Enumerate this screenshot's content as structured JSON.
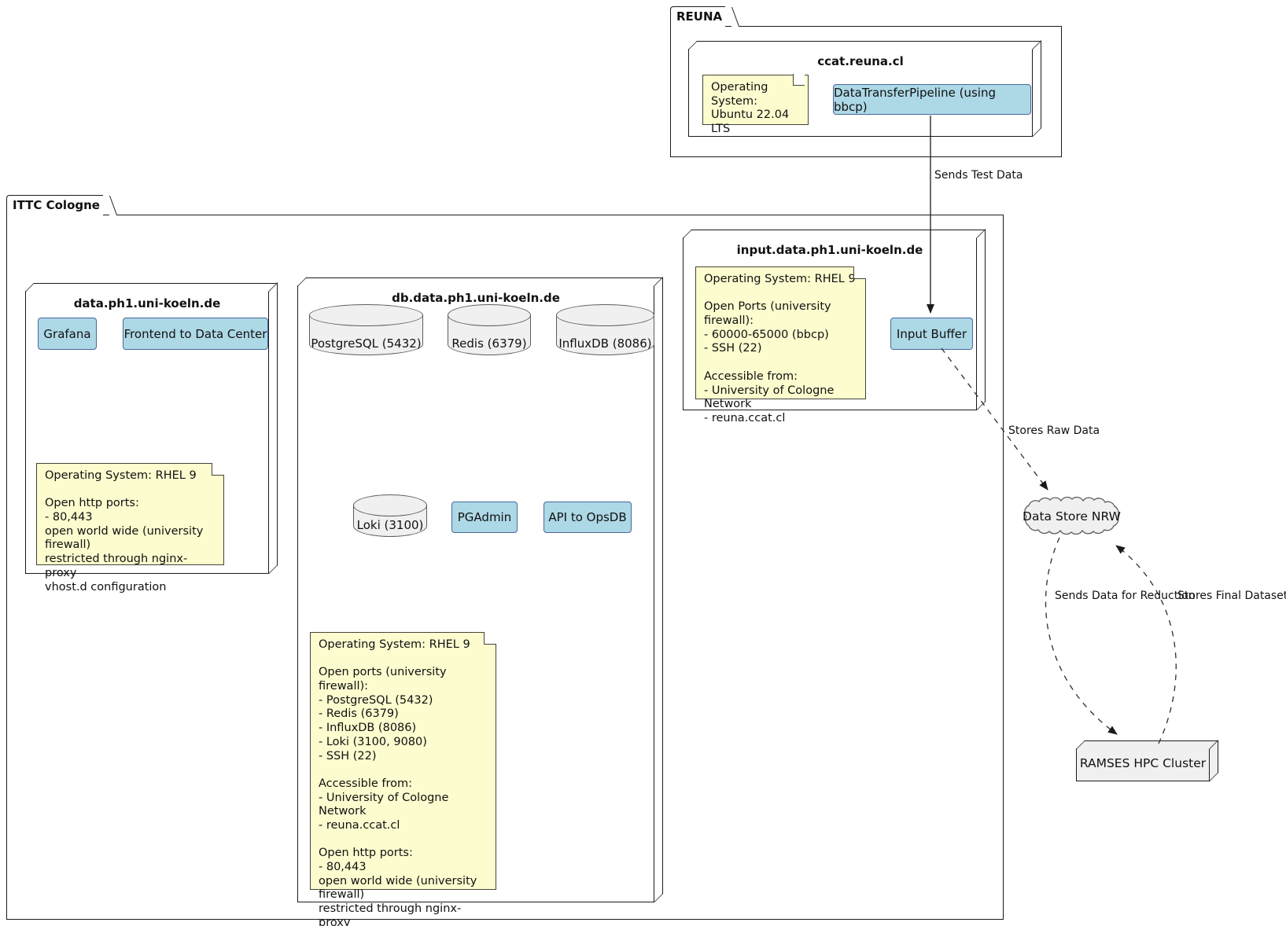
{
  "diagram": {
    "packages": {
      "reuna": {
        "label": "REUNA"
      },
      "ittc": {
        "label": "ITTC Cologne"
      }
    },
    "nodes": {
      "ccat": {
        "title": "ccat.reuna.cl",
        "note": "Operating System:\nUbuntu 22.04 LTS",
        "component": "DataTransferPipeline (using bbcp)"
      },
      "data": {
        "title": "data.ph1.uni-koeln.de",
        "components": [
          "Grafana",
          "Frontend to Data Center"
        ],
        "note": "Operating System: RHEL 9\n\nOpen http ports:\n- 80,443\nopen world wide (university firewall)\nrestricted through nginx-proxy\nvhost.d configuration"
      },
      "db": {
        "title": "db.data.ph1.uni-koeln.de",
        "databases": [
          "PostgreSQL (5432)",
          "Redis (6379)",
          "InfluxDB (8086)",
          "Loki (3100)"
        ],
        "components": [
          "PGAdmin",
          "API to OpsDB"
        ],
        "note": "Operating System: RHEL 9\n\nOpen ports (university firewall):\n- PostgreSQL (5432)\n- Redis (6379)\n- InfluxDB (8086)\n- Loki (3100, 9080)\n- SSH (22)\n\nAccessible from:\n- University of Cologne Network\n- reuna.ccat.cl\n\nOpen http ports:\n- 80,443\nopen world wide (university firewall)\nrestricted through nginx-proxy\nvhost.d configuration"
      },
      "input": {
        "title": "input.data.ph1.uni-koeln.de",
        "note": "Operating System: RHEL 9\n\nOpen Ports (university firewall):\n- 60000-65000 (bbcp)\n- SSH (22)\n\nAccessible from:\n- University of Cologne Network\n- reuna.ccat.cl",
        "component": "Input Buffer"
      },
      "ramses": {
        "title": "RAMSES HPC Cluster"
      }
    },
    "cloud": {
      "label": "Data Store NRW"
    },
    "edges": {
      "sends_test_data": "Sends Test Data",
      "stores_raw_data": "Stores Raw Data",
      "sends_reduction": "Sends Data for Reduction",
      "stores_final": "Stores Final Datasets"
    },
    "colors": {
      "component_fill": "#ADD8E6",
      "component_border": "#4A679A",
      "note_fill": "#FCFCCF",
      "node_fill": "#FFFFFF",
      "gray_fill": "#F0F0F0",
      "line": "#1b1b1b"
    }
  }
}
